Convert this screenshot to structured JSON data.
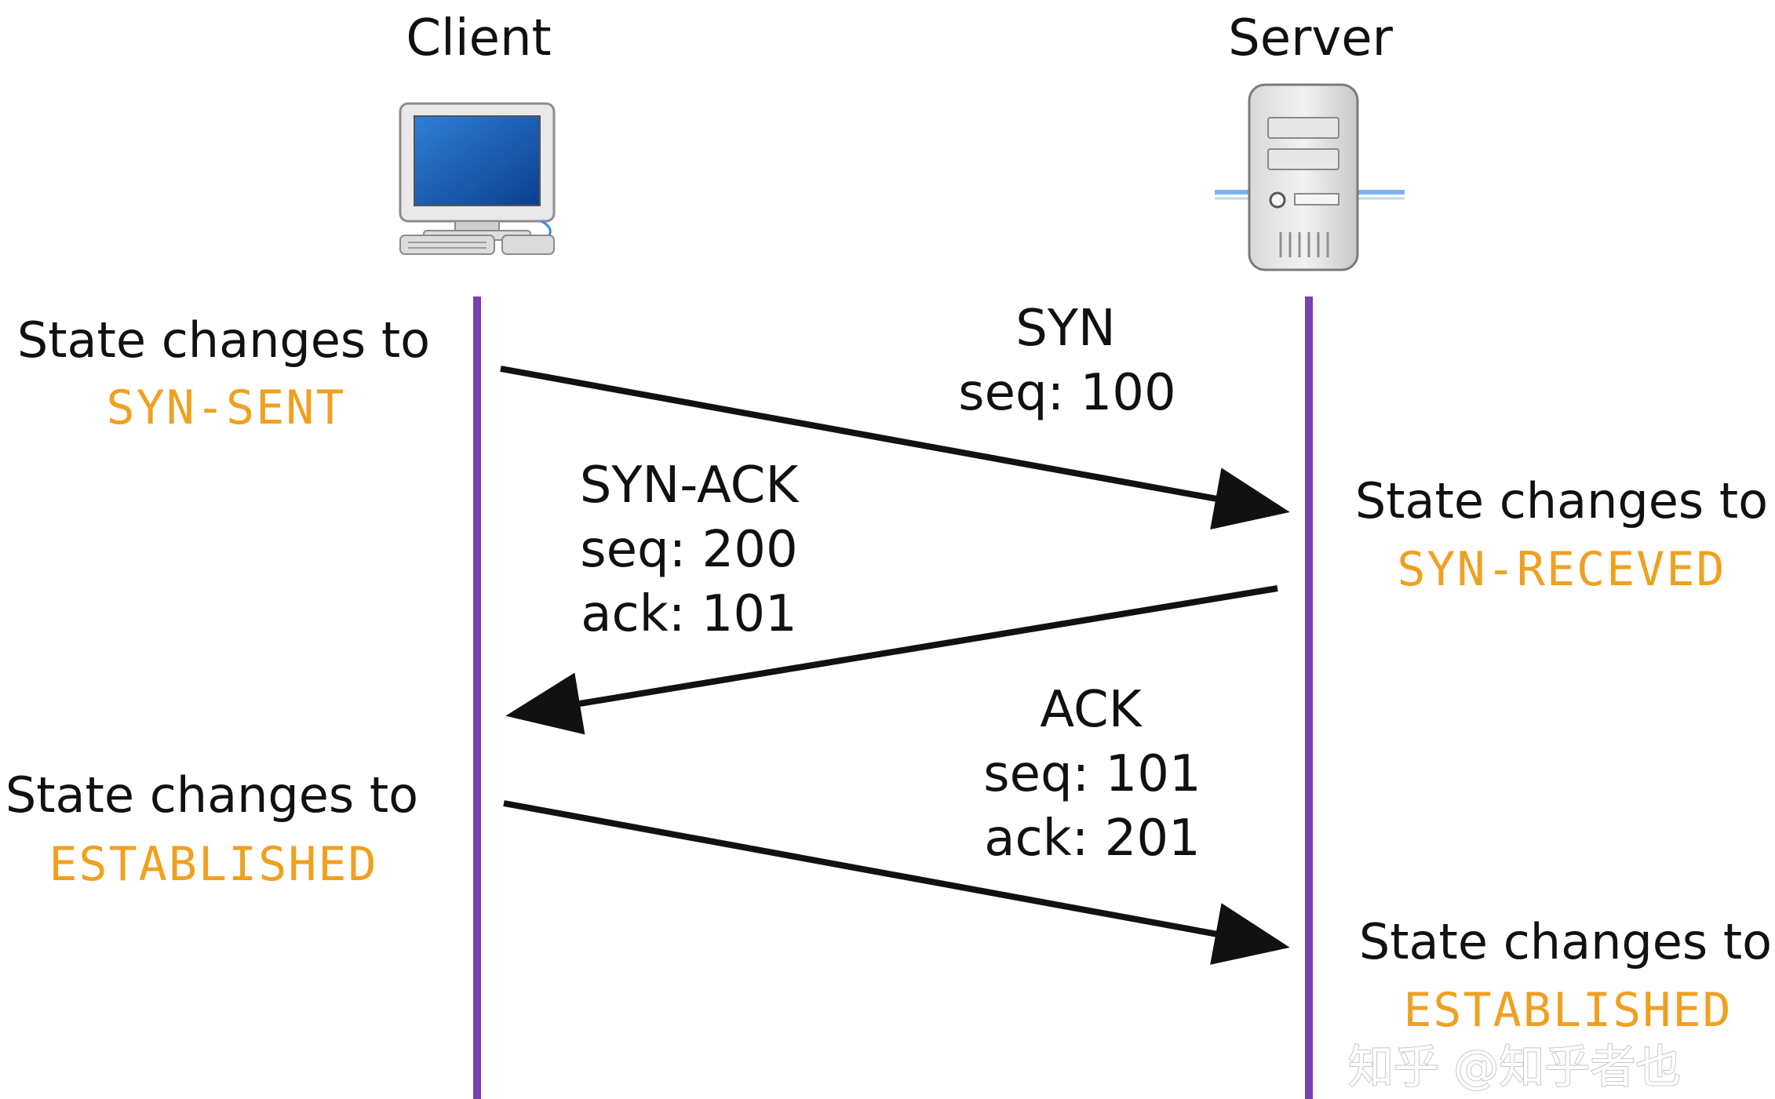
{
  "actors": {
    "client": {
      "label": "Client",
      "icon": "desktop-computer-icon"
    },
    "server": {
      "label": "Server",
      "icon": "server-tower-icon"
    }
  },
  "colors": {
    "lifeline": "#7a3fb0",
    "state": "#f0a020",
    "arrow": "#111111",
    "text": "#111111"
  },
  "states": {
    "client_syn_sent": {
      "prefix": "State changes to",
      "value": "SYN-SENT"
    },
    "server_syn_received": {
      "prefix": "State changes to",
      "value": "SYN-RECEVED"
    },
    "client_established": {
      "prefix": "State changes to",
      "value": "ESTABLISHED"
    },
    "server_established": {
      "prefix": "State changes to",
      "value": "ESTABLISHED"
    }
  },
  "messages": {
    "syn": {
      "type": "SYN",
      "seq": "seq: 100"
    },
    "syn_ack": {
      "type": "SYN-ACK",
      "seq": "seq: 200",
      "ack": "ack: 101"
    },
    "ack": {
      "type": "ACK",
      "seq": "seq: 101",
      "ack": "ack: 201"
    }
  },
  "watermark": "知乎 @知乎者也"
}
